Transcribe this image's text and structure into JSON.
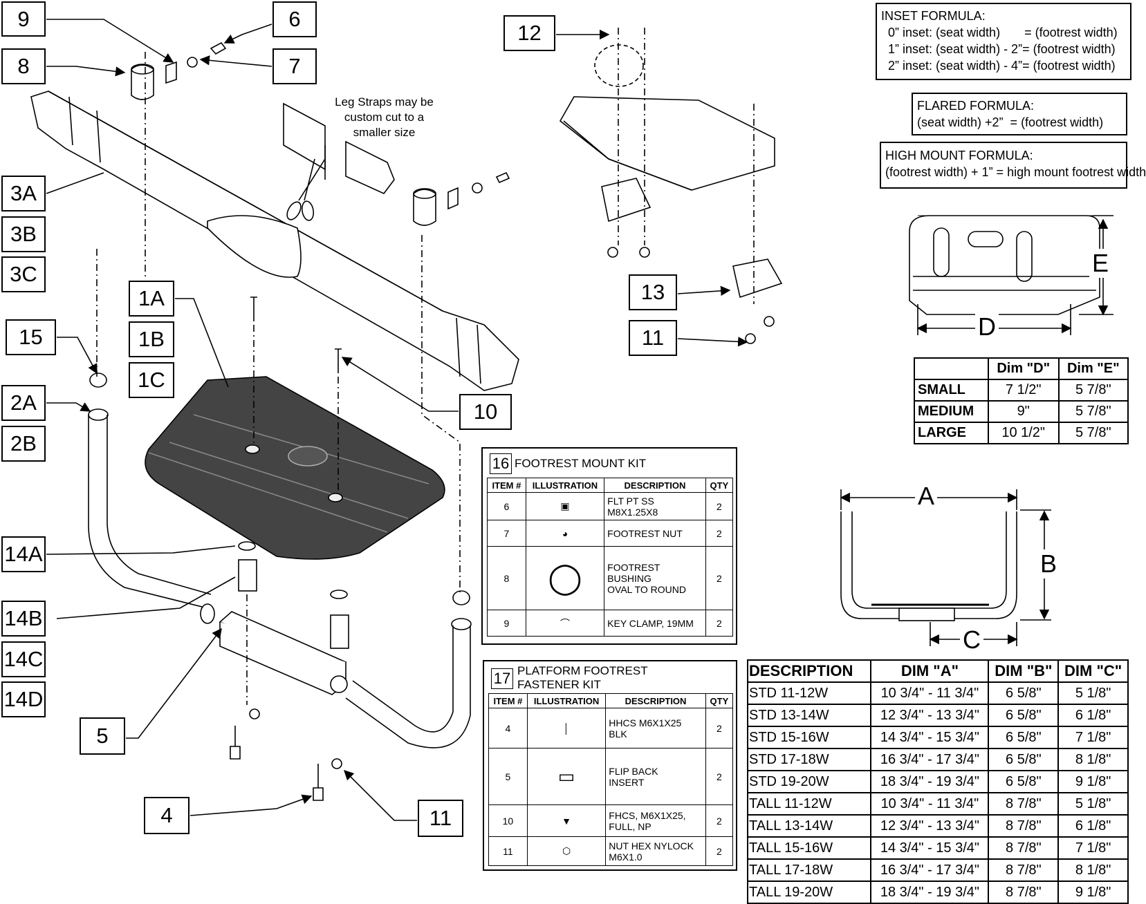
{
  "callouts": [
    {
      "id": "9",
      "x": 0
    },
    {
      "id": "6",
      "x": 0
    },
    {
      "id": "8",
      "x": 0
    },
    {
      "id": "7",
      "x": 0
    },
    {
      "id": "3A",
      "x": 0
    },
    {
      "id": "3B",
      "x": 0
    },
    {
      "id": "3C",
      "x": 0
    },
    {
      "id": "1A",
      "x": 0
    },
    {
      "id": "1B",
      "x": 0
    },
    {
      "id": "1C",
      "x": 0
    },
    {
      "id": "15",
      "x": 0
    },
    {
      "id": "2A",
      "x": 0
    },
    {
      "id": "2B",
      "x": 0
    },
    {
      "id": "10",
      "x": 0
    },
    {
      "id": "14A",
      "x": 0
    },
    {
      "id": "14B",
      "x": 0
    },
    {
      "id": "14C",
      "x": 0
    },
    {
      "id": "14D",
      "x": 0
    },
    {
      "id": "5",
      "x": 0
    },
    {
      "id": "4",
      "x": 0
    },
    {
      "id": "11",
      "x": 0
    },
    {
      "id": "12",
      "x": 0
    },
    {
      "id": "13",
      "x": 0
    },
    {
      "id": "11b",
      "x": 0
    }
  ],
  "labels": {
    "c9": "9",
    "c6": "6",
    "c8": "8",
    "c7": "7",
    "c3a": "3A",
    "c3b": "3B",
    "c3c": "3C",
    "c1a": "1A",
    "c1b": "1B",
    "c1c": "1C",
    "c15": "15",
    "c2a": "2A",
    "c2b": "2B",
    "c10": "10",
    "c14a": "14A",
    "c14b": "14B",
    "c14c": "14C",
    "c14d": "14D",
    "c5": "5",
    "c4": "4",
    "c11": "11",
    "c12": "12",
    "c13": "13",
    "c11b": "11"
  },
  "leg_strap_note": [
    "Leg Straps may be",
    "custom cut  to a",
    "smaller size"
  ],
  "inset_formula": {
    "title": "INSET FORMULA:",
    "lines": [
      "  0” inset: (seat width)       = (footrest width)",
      "  1” inset: (seat width) - 2”= (footrest width)",
      "  2” inset: (seat width) - 4”= (footrest width)"
    ]
  },
  "flared_formula": {
    "title": "FLARED FORMULA:",
    "line": "(seat width) +2”  = (footrest width)"
  },
  "high_mount_formula": {
    "title": "HIGH MOUNT FORMULA:",
    "line": "(footrest width) + 1” = high mount footrest width"
  },
  "plate_dims": {
    "d": "D",
    "e": "E"
  },
  "plate_table": {
    "headers": [
      "",
      "Dim \"D\"",
      "Dim \"E\""
    ],
    "rows": [
      [
        "SMALL",
        "7 1/2\"",
        "5 7/8\""
      ],
      [
        "MEDIUM",
        "9\"",
        "5 7/8\""
      ],
      [
        "LARGE",
        "10 1/2\"",
        "5 7/8\""
      ]
    ]
  },
  "hanger_dims": {
    "a": "A",
    "b": "B",
    "c": "C"
  },
  "kit16": {
    "num": "16",
    "title": "FOOTREST MOUNT KIT",
    "headers": [
      "ITEM #",
      "ILLUSTRATION",
      "DESCRIPTION",
      "QTY"
    ],
    "rows": [
      {
        "item": "6",
        "desc": "FLT PT SS\nM8X1.25X8",
        "qty": "2"
      },
      {
        "item": "7",
        "desc": "FOOTREST NUT",
        "qty": "2"
      },
      {
        "item": "8",
        "desc": "FOOTREST\nBUSHING\nOVAL TO ROUND",
        "qty": "2"
      },
      {
        "item": "9",
        "desc": "KEY CLAMP, 19MM",
        "qty": "2"
      }
    ]
  },
  "kit17": {
    "num": "17",
    "title": "PLATFORM FOOTREST\nFASTENER KIT",
    "headers": [
      "ITEM #",
      "ILLUSTRATION",
      "DESCRIPTION",
      "QTY"
    ],
    "rows": [
      {
        "item": "4",
        "desc": "HHCS M6X1X25\nBLK",
        "qty": "2"
      },
      {
        "item": "5",
        "desc": "FLIP BACK\nINSERT",
        "qty": "2"
      },
      {
        "item": "10",
        "desc": "FHCS, M6X1X25,\nFULL, NP",
        "qty": "2"
      },
      {
        "item": "11",
        "desc": "NUT HEX NYLOCK\nM6X1.0",
        "qty": "2"
      }
    ]
  },
  "size_table": {
    "headers": [
      "DESCRIPTION",
      "DIM \"A\"",
      "DIM \"B\"",
      "DIM \"C\""
    ],
    "rows": [
      [
        "STD 11-12W",
        "10 3/4\" - 11 3/4\"",
        "6 5/8\"",
        "5 1/8\""
      ],
      [
        "STD 13-14W",
        "12 3/4\" - 13 3/4\"",
        "6 5/8\"",
        "6 1/8\""
      ],
      [
        "STD 15-16W",
        "14 3/4\" - 15 3/4\"",
        "6 5/8\"",
        "7 1/8\""
      ],
      [
        "STD 17-18W",
        "16 3/4\" - 17 3/4\"",
        "6 5/8\"",
        "8 1/8\""
      ],
      [
        "STD 19-20W",
        "18 3/4\" - 19 3/4\"",
        "6 5/8\"",
        "9 1/8\""
      ],
      [
        "TALL 11-12W",
        "10 3/4\" - 11 3/4\"",
        "8 7/8\"",
        "5 1/8\""
      ],
      [
        "TALL 13-14W",
        "12 3/4\" - 13 3/4\"",
        "8 7/8\"",
        "6 1/8\""
      ],
      [
        "TALL 15-16W",
        "14 3/4\" - 15 3/4\"",
        "8 7/8\"",
        "7 1/8\""
      ],
      [
        "TALL 17-18W",
        "16 3/4\" - 17 3/4\"",
        "8 7/8\"",
        "8 1/8\""
      ],
      [
        "TALL 19-20W",
        "18 3/4\" - 19 3/4\"",
        "8 7/8\"",
        "9 1/8\""
      ]
    ]
  }
}
